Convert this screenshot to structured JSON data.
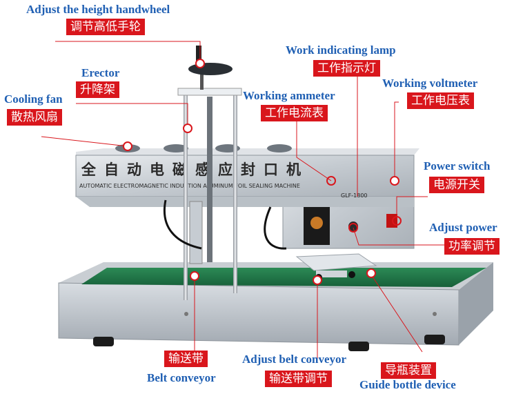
{
  "machine": {
    "title_cn": "全自动电磁感应封口机",
    "title_en": "AUTOMATIC ELECTROMAGNETIC INDUCTION ALUMINUM FOIL SEALING MACHINE",
    "model": "GLF-1800"
  },
  "callouts": [
    {
      "id": "handwheel",
      "en": "Adjust the height handwheel",
      "cn": "调节高低手轮"
    },
    {
      "id": "erector",
      "en": "Erector",
      "cn": "升降架"
    },
    {
      "id": "cooling-fan",
      "en": "Cooling fan",
      "cn": "散热风扇"
    },
    {
      "id": "lamp",
      "en": "Work indicating lamp",
      "cn": "工作指示灯"
    },
    {
      "id": "ammeter",
      "en": "Working ammeter",
      "cn": "工作电流表"
    },
    {
      "id": "voltmeter",
      "en": "Working voltmeter",
      "cn": "工作电压表"
    },
    {
      "id": "power-switch",
      "en": "Power switch",
      "cn": "电源开关"
    },
    {
      "id": "adjust-power",
      "en": "Adjust power",
      "cn": "功率调节"
    },
    {
      "id": "belt",
      "en": "Belt conveyor",
      "cn": "输送带"
    },
    {
      "id": "belt-adjust",
      "en": "Adjust belt conveyor",
      "cn": "输送带调节"
    },
    {
      "id": "guide",
      "en": "Guide bottle device",
      "cn": "导瓶装置"
    }
  ]
}
